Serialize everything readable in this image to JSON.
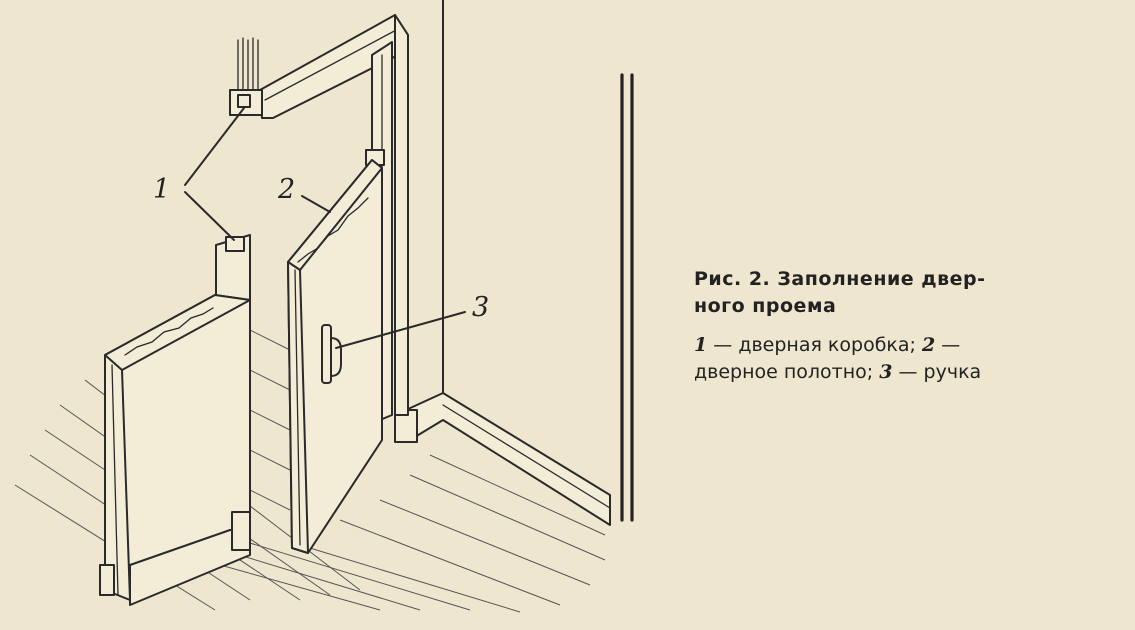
{
  "callouts": {
    "frame": "1",
    "leaf": "2",
    "handle": "3"
  },
  "caption": {
    "title_line1": "Рис.  2.  Заполнение  двер-",
    "title_line2": "ного проема",
    "legend_line1_num1": "1",
    "legend_line1_text1": " — дверная  коробка;  ",
    "legend_line1_num2": "2",
    "legend_line1_text2": " —",
    "legend_line2_text1": "дверное полотно; ",
    "legend_line2_num3": "3",
    "legend_line2_text2": " — ручка"
  },
  "colors": {
    "paper": "#efe6cf",
    "ink": "#2a2a2a"
  }
}
